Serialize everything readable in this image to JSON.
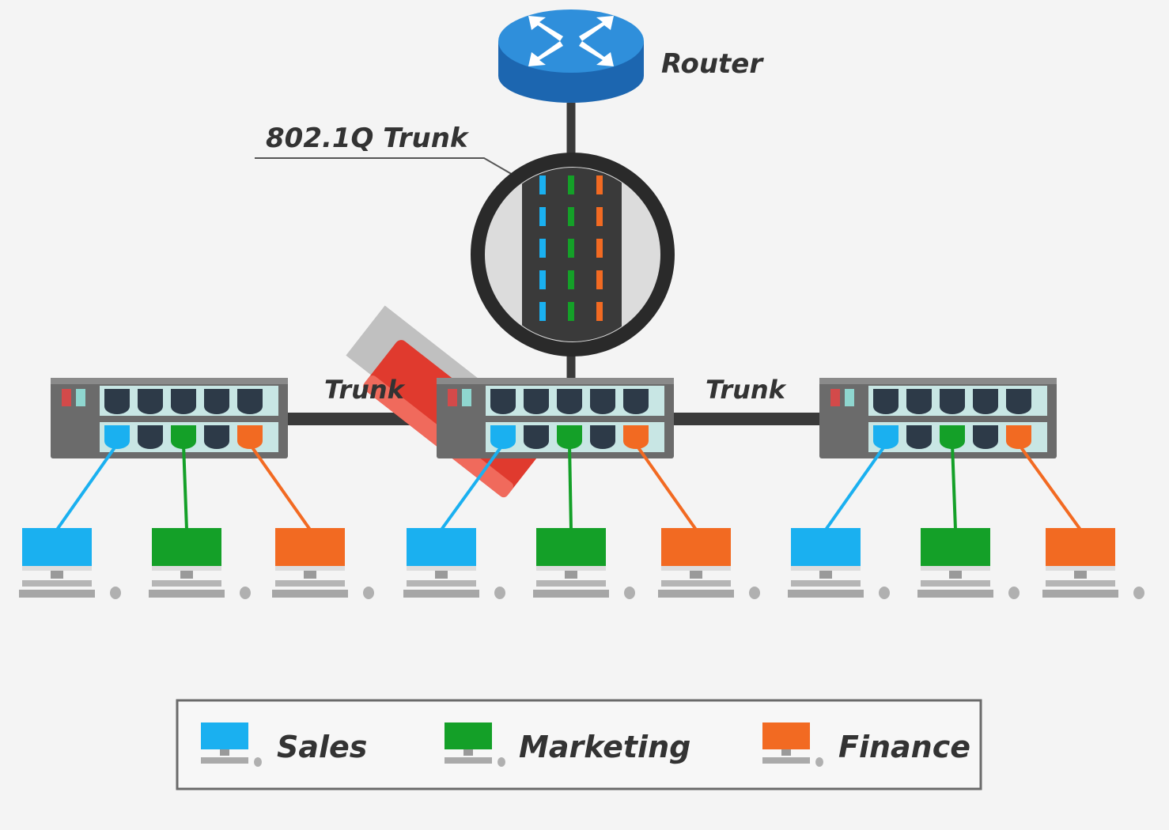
{
  "labels": {
    "router": "Router",
    "trunk_8021q": "802.1Q Trunk",
    "trunk_left": "Trunk",
    "trunk_right": "Trunk"
  },
  "legend": [
    {
      "key": "sales",
      "label": "Sales",
      "color": "#1ab0f0"
    },
    {
      "key": "marketing",
      "label": "Marketing",
      "color": "#14a028"
    },
    {
      "key": "finance",
      "label": "Finance",
      "color": "#f26a22"
    }
  ],
  "colors": {
    "router_top": "#2f8fdb",
    "router_side": "#1c66b0",
    "switch_body": "#6b6b6b",
    "switch_panel": "#c8e6e4",
    "port": "#2d3a48",
    "cable_dark": "#3a3a3a",
    "magnifier_handle": "#e03a2e",
    "background": "#f4f4f4"
  },
  "icons": {
    "router": "router-icon",
    "switch": "switch-icon",
    "computer": "desktop-computer-icon",
    "magnifier": "magnifying-glass-icon"
  },
  "switches": [
    {
      "key": "switch-left",
      "port_vlans": [
        "sales",
        "trunk",
        "marketing",
        "trunk",
        "finance"
      ]
    },
    {
      "key": "switch-center",
      "port_vlans": [
        "sales",
        "trunk",
        "marketing",
        "trunk",
        "finance"
      ]
    },
    {
      "key": "switch-right",
      "port_vlans": [
        "sales",
        "trunk",
        "marketing",
        "trunk",
        "finance"
      ]
    }
  ],
  "computers": [
    {
      "switch": "switch-left",
      "vlan": "sales"
    },
    {
      "switch": "switch-left",
      "vlan": "marketing"
    },
    {
      "switch": "switch-left",
      "vlan": "finance"
    },
    {
      "switch": "switch-center",
      "vlan": "sales"
    },
    {
      "switch": "switch-center",
      "vlan": "marketing"
    },
    {
      "switch": "switch-center",
      "vlan": "finance"
    },
    {
      "switch": "switch-right",
      "vlan": "sales"
    },
    {
      "switch": "switch-right",
      "vlan": "marketing"
    },
    {
      "switch": "switch-right",
      "vlan": "finance"
    }
  ],
  "trunk_lanes": [
    "sales",
    "marketing",
    "finance"
  ]
}
